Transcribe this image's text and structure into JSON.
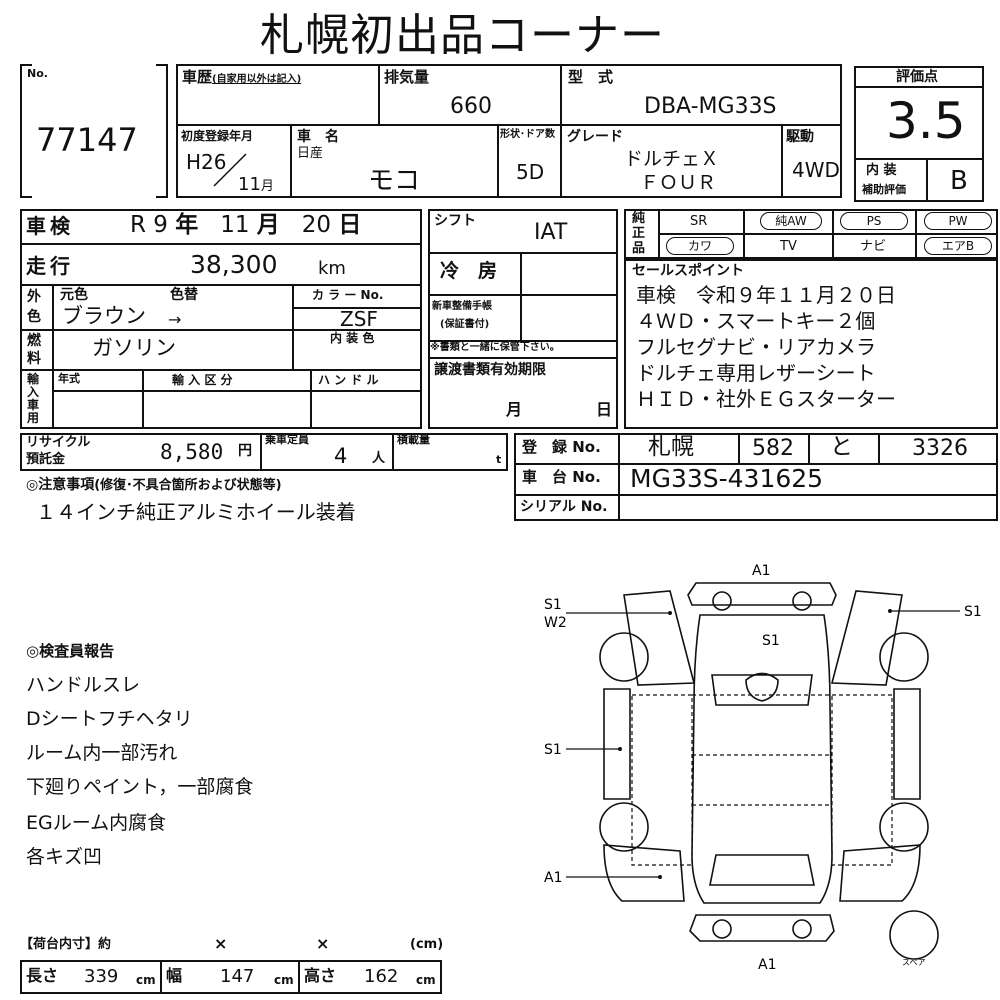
{
  "title": "札幌初出品コーナー",
  "no": {
    "label": "No.",
    "value": "77147"
  },
  "history": {
    "label": "車歴",
    "sublabel": "(自家用以外は記入)"
  },
  "displacement": {
    "label": "排気量",
    "value": "660"
  },
  "model_code": {
    "label": "型　式",
    "value": "DBA-MG33S"
  },
  "grade_score": {
    "label": "評価点",
    "value": "3.5"
  },
  "first_reg": {
    "label": "初度登録年月",
    "year": "H26",
    "month": "11",
    "month_unit": "月"
  },
  "car_name": {
    "label": "車　名",
    "maker": "日産",
    "name": "モコ"
  },
  "doors": {
    "label": "形状･ドア数",
    "value": "5D"
  },
  "grade": {
    "label": "グレード",
    "line1": "ドルチェＸ",
    "line2": "ＦＯＵＲ"
  },
  "drive": {
    "label": "駆動",
    "value": "4WD"
  },
  "interior_score": {
    "label1": "内 装",
    "label2": "補助評価",
    "value": "B"
  },
  "inspection": {
    "label": "車検",
    "era": "R",
    "year": "9",
    "year_unit": "年",
    "month": "11",
    "month_unit": "月",
    "day": "20",
    "day_unit": "日"
  },
  "mileage": {
    "label": "走行",
    "value": "38,300",
    "unit": "km"
  },
  "shift": {
    "label": "シフト",
    "value": "IAT"
  },
  "cooler": {
    "label": "冷　房"
  },
  "color": {
    "side1": "外",
    "side2": "色",
    "orig_label": "元色",
    "change_label": "色替",
    "orig_value": "ブラウン",
    "arrow": "→",
    "code_label": "カ ラ ー No.",
    "code_value": "ZSF",
    "interior_color_label": "内 装 色"
  },
  "fuel": {
    "side1": "燃",
    "side2": "料",
    "value": "ガソリン"
  },
  "new_car_manual": {
    "line1": "新車整備手帳",
    "line2": "(保証書付)",
    "note": "※書類と一緒に保管下さい。"
  },
  "import": {
    "side": [
      "輸",
      "入",
      "車",
      "用"
    ],
    "year_label": "年式",
    "class_label": "輸 入 区 分",
    "handle_label": "ハ ン ド ル"
  },
  "transfer": {
    "label": "譲渡書類有効期限",
    "month": "月",
    "day": "日"
  },
  "equipment": {
    "side": [
      "純",
      "正",
      "品"
    ],
    "sr": "SR",
    "aw": "純AW",
    "ps": "PS",
    "pw": "PW",
    "kawa": "カワ",
    "tv": "TV",
    "navi": "ナビ",
    "airbag": "エアB"
  },
  "sales_points": {
    "label": "セールスポイント",
    "lines": [
      "車検　令和９年１１月２０日",
      "４ＷＤ・スマートキー２個",
      "フルセグナビ・リアカメラ",
      "ドルチェ専用レザーシート",
      "ＨＩＤ・社外ＥＧスターター"
    ]
  },
  "recycle": {
    "label1": "リサイクル",
    "label2": "預託金",
    "value": "8,580",
    "unit": "円"
  },
  "capacity": {
    "label": "乗車定員",
    "value": "4",
    "unit": "人"
  },
  "load": {
    "label": "積載量",
    "unit": "t"
  },
  "registration": {
    "label": "登　録 No.",
    "city": "札幌",
    "class": "582",
    "kana": "と",
    "number": "3326"
  },
  "chassis": {
    "label": "車　台 No.",
    "value": "MG33S-431625"
  },
  "serial": {
    "label": "シリアル No."
  },
  "caution": {
    "label": "◎注意事項",
    "sublabel": "(修復･不具合箇所および状態等)",
    "text": "１４インチ純正アルミホイール装着"
  },
  "inspector": {
    "label": "◎検査員報告",
    "lines": [
      "ハンドルスレ",
      "Dシートフチヘタリ",
      "ルーム内一部汚れ",
      "下廻りペイント，一部腐食",
      "EGルーム内腐食",
      "各キズ凹"
    ]
  },
  "cargo": {
    "label": "【荷台内寸】約",
    "x1": "×",
    "x2": "×",
    "cm": "(cm)",
    "length_label": "長さ",
    "length": "339",
    "width_label": "幅",
    "width": "147",
    "height_label": "高さ",
    "height": "162",
    "unit": "cm"
  },
  "diagram": {
    "a1_top": "A1",
    "s1_left_top": "S1",
    "w2": "W2",
    "s1_right_top": "S1",
    "s1_roof": "S1",
    "s1_side": "S1",
    "a1_left": "A1",
    "a1_bottom": "A1",
    "spare": "スペア"
  }
}
